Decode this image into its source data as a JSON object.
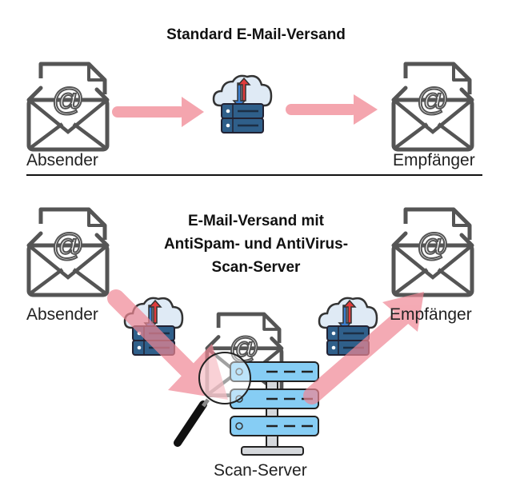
{
  "section_standard": {
    "title": "Standard  E-Mail-Versand",
    "sender_label": "Absender",
    "recipient_label": "Empfänger"
  },
  "section_scan": {
    "title_lines": [
      "E-Mail-Versand mit",
      "AntiSpam- und AntiVirus-",
      "Scan-Server"
    ],
    "sender_label": "Absender",
    "recipient_label": "Empfänger",
    "scan_server_label": "Scan-Server"
  },
  "colors": {
    "arrow": "#f4a5ae",
    "icon_stroke": "#555555",
    "server_dark": "#2f5f8a",
    "server_light": "#86cdf4",
    "cloud": "#dfeaf5",
    "arrow_up": "#e03c3c",
    "arrow_down": "#3c7fd0"
  }
}
